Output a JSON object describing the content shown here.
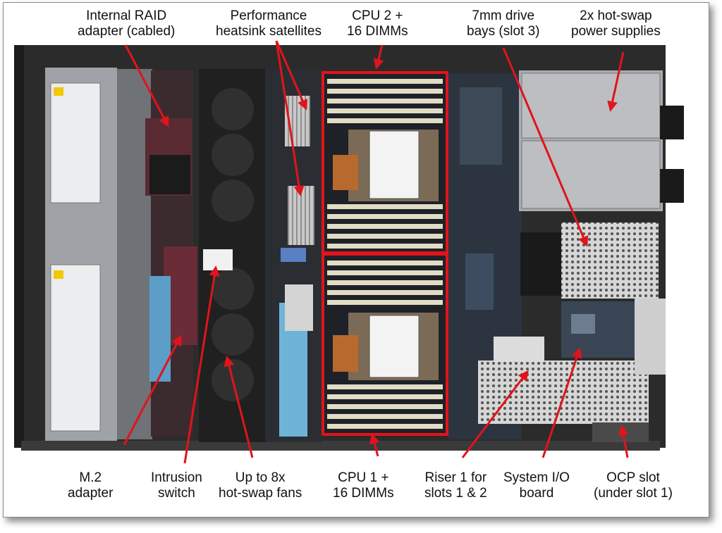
{
  "callouts_top": [
    {
      "line1": "Internal RAID",
      "line2": "adapter (cabled)"
    },
    {
      "line1": "Performance",
      "line2": "heatsink satellites"
    },
    {
      "line1": "CPU 2 +",
      "line2": "16 DIMMs"
    },
    {
      "line1": "7mm drive",
      "line2": "bays (slot 3)"
    },
    {
      "line1": "2x hot-swap",
      "line2": "power supplies"
    }
  ],
  "callouts_bottom": [
    {
      "line1": "M.2",
      "line2": "adapter"
    },
    {
      "line1": "Intrusion",
      "line2": "switch"
    },
    {
      "line1": "Up to 8x",
      "line2": "hot-swap fans"
    },
    {
      "line1": "CPU 1 +",
      "line2": "16 DIMMs"
    },
    {
      "line1": "Riser 1 for",
      "line2": "slots 1 & 2"
    },
    {
      "line1": "System I/O",
      "line2": "board"
    },
    {
      "line1": "OCP slot",
      "line2": "(under slot 1)"
    }
  ],
  "colors": {
    "callout": "#e0141b",
    "chassis": "#2b2b2b"
  }
}
